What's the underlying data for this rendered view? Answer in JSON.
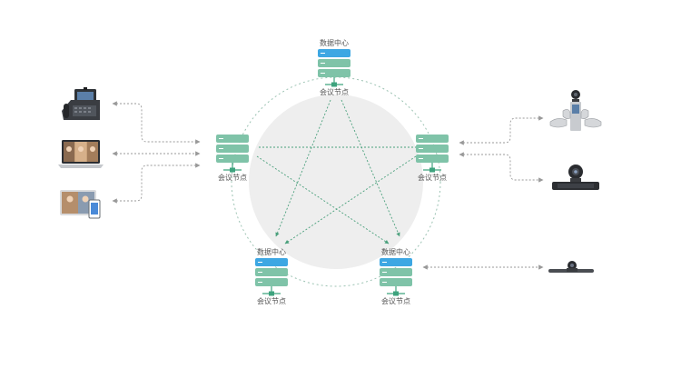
{
  "colors": {
    "server_primary": "#3da7e3",
    "server_secondary": "#7fc3a8",
    "server_dark": "#5aa98c",
    "connector": "#3ea37e",
    "inner_circle": "#eeeeee",
    "ring_dash": "#9cc3b3",
    "mesh_dash": "#4aa07c",
    "arrow_dash": "#999999"
  },
  "nodes": {
    "top": {
      "kind": "data-center",
      "title": "数据中心",
      "caption": "会议节点"
    },
    "left": {
      "kind": "conference-node",
      "caption": "会议节点"
    },
    "right": {
      "kind": "conference-node",
      "caption": "会议节点"
    },
    "bottom_left": {
      "kind": "data-center",
      "title": "数据中心",
      "caption": "会议节点"
    },
    "bottom_right": {
      "kind": "data-center",
      "title": "数据中心",
      "caption": "会议节点"
    }
  },
  "devices": {
    "left": [
      {
        "icon": "ip-video-phone-icon"
      },
      {
        "icon": "laptop-video-call-icon"
      },
      {
        "icon": "tablet-video-call-icon"
      }
    ],
    "right": [
      {
        "icon": "conference-phone-camera-icon"
      },
      {
        "icon": "ptz-video-camera-icon"
      },
      {
        "icon": "video-bar-camera-icon"
      }
    ]
  }
}
